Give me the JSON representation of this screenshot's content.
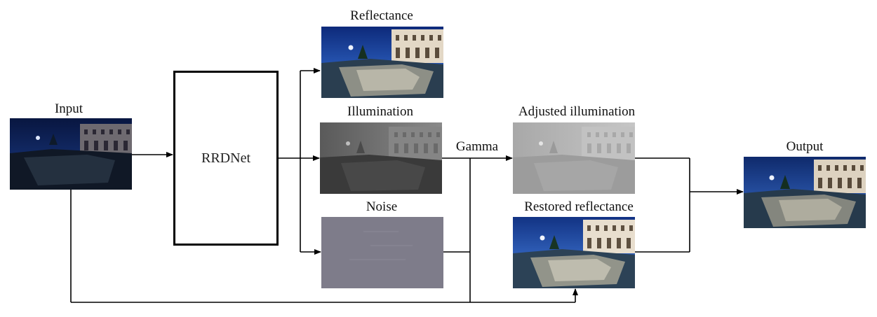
{
  "labels": {
    "input": "Input",
    "network": "RRDNet",
    "reflectance": "Reflectance",
    "illumination": "Illumination",
    "noise": "Noise",
    "gamma": "Gamma",
    "adjusted_illumination": "Adjusted illumination",
    "restored_reflectance": "Restored reflectance",
    "output": "Output"
  },
  "colors": {
    "line": "#000000",
    "scene_sky_dark": "#0b1b4a",
    "scene_sky_light": "#2f63c9",
    "scene_building": "#d8d0c4",
    "illumination_dark": "#4a4a4a",
    "illumination_light": "#8a8a8a",
    "adjusted_light": "#bdbdbd",
    "noise": "#7e7c8a"
  }
}
